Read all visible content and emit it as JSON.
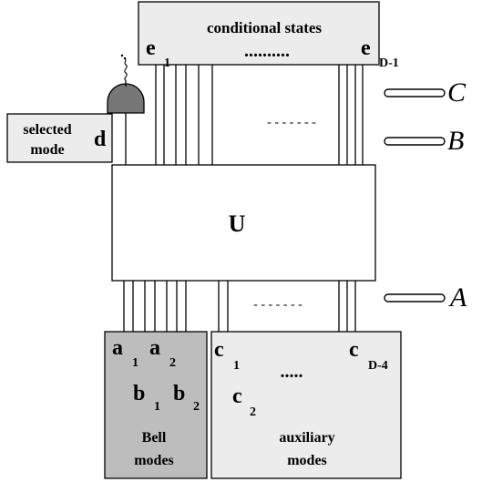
{
  "top_box": {
    "title": "conditional states",
    "e_base": "e",
    "e_first_sub": "1",
    "dots": "..........",
    "e_last_base": "e",
    "e_last_sub": "D-1"
  },
  "selected_mode": {
    "line1": "selected",
    "line2": "mode",
    "d_label": "d"
  },
  "unitary": {
    "label": "U"
  },
  "beam_labels": {
    "C": "C",
    "B": "B",
    "A": "A"
  },
  "upper_dashes": "- - - - - - -",
  "lower_dashes": "- - - - - - -",
  "bell_box": {
    "a_base": "a",
    "a1_sub": "1",
    "a2_sub": "2",
    "b_base": "b",
    "b1_sub": "1",
    "b2_sub": "2",
    "line1": "Bell",
    "line2": "modes"
  },
  "aux_box": {
    "c_base": "c",
    "c1_sub": "1",
    "c2_sub": "2",
    "c_last_sub": "D-4",
    "dots": ".....",
    "line1": "auxiliary",
    "line2": "modes"
  },
  "colors": {
    "top_box_fill": "#ececec",
    "selected_box_fill": "#ececec",
    "bell_box_fill": "#bdbdbd",
    "aux_box_fill": "#ececec",
    "detector_fill": "#777777",
    "stroke": "#000000"
  }
}
